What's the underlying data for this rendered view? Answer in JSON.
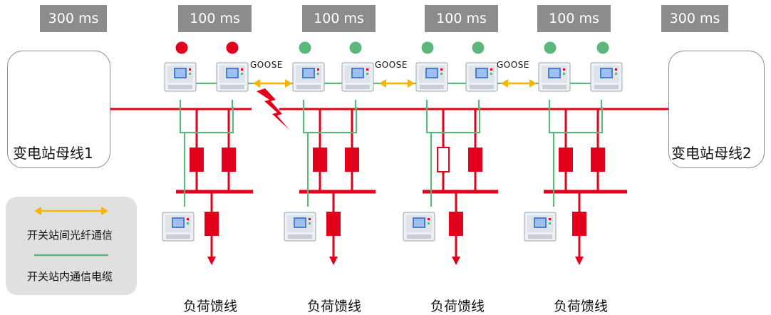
{
  "timing_tags": [
    "300 ms",
    "100 ms",
    "100 ms",
    "100 ms",
    "100 ms",
    "300 ms"
  ],
  "stations": {
    "left": "变电站母线1",
    "right": "变电站母线2"
  },
  "goose_labels": [
    "GOOSE",
    "GOOSE",
    "GOOSE"
  ],
  "feeder_labels": [
    "负荷馈线",
    "负荷馈线",
    "负荷馈线",
    "负荷馈线"
  ],
  "legend": {
    "fiber_label": "开关站间光纤通信",
    "cable_label": "开关站内通信电缆"
  },
  "colors": {
    "tag_bg": "#8c8c8c",
    "indicator_tripped": "#e3001b",
    "indicator_ok": "#5cb87a",
    "power_line": "#e3001b",
    "comm_cable": "#5cb87a",
    "fiber_link": "#f5b400"
  },
  "indicator_states": [
    "tripped",
    "tripped",
    "ok",
    "ok",
    "ok",
    "ok",
    "ok",
    "ok"
  ],
  "breaker_states": [
    "closed",
    "closed",
    "closed",
    "closed",
    "open",
    "closed",
    "closed",
    "closed"
  ],
  "fault_marker": "lightning-bolt-icon"
}
